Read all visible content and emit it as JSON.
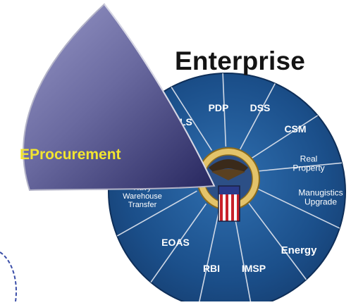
{
  "title": "Enterprise",
  "highlight_wedge_label": "EProcurement",
  "wheel_segments": [
    {
      "lines": [
        "PDP"
      ]
    },
    {
      "lines": [
        "DSS"
      ]
    },
    {
      "lines": [
        "CSM"
      ]
    },
    {
      "lines": [
        "Real",
        "Property"
      ]
    },
    {
      "lines": [
        "Manugistics",
        "Upgrade"
      ]
    },
    {
      "lines": [
        "Energy"
      ]
    },
    {
      "lines": [
        "IMSP"
      ]
    },
    {
      "lines": [
        "RBI"
      ]
    },
    {
      "lines": [
        "EOAS"
      ]
    },
    {
      "lines": [
        "Navy",
        "Warehouse",
        "Transfer"
      ]
    },
    {
      "lines": [
        "ILS"
      ]
    }
  ],
  "colors": {
    "wheel": "#1b4f8a",
    "wedge": "#6e6ea0",
    "label_text": "#f2e530",
    "segment_text": "#ffffff"
  }
}
